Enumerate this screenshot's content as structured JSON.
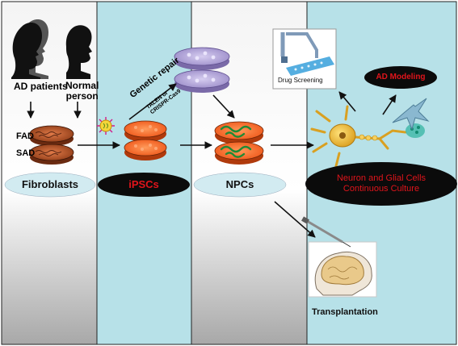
{
  "panels": [
    {
      "id": "panel-1",
      "color": "#bcbcbc"
    },
    {
      "id": "panel-2",
      "color": "#b7e1e8"
    },
    {
      "id": "panel-3",
      "color": "#c2c2c2"
    },
    {
      "id": "panel-4",
      "color": "#b7e1e8"
    }
  ],
  "sources": {
    "ad_patients": "AD patients",
    "normal_person_line1": "Normal",
    "normal_person_line2": "person"
  },
  "dish_labels": {
    "fad": "FAD",
    "sad": "SAD"
  },
  "stages": {
    "fibroblasts": "Fibroblasts",
    "ipscs": "iPSCs",
    "npcs": "NPCs",
    "neuron_line1": "Neuron and Glial Cells",
    "neuron_line2": "Continuous Culture"
  },
  "genetic_repair": {
    "title": "Genetic repair",
    "method_line1": "TALEN or",
    "method_line2": "CRISPR-Cas9"
  },
  "applications": {
    "drug_screening": "Drug Screening",
    "ad_modeling": "AD Modeling",
    "transplantation": "Transplantation"
  },
  "colors": {
    "gray_panel": "#bcbcbc",
    "teal_panel": "#b7e1e8",
    "light_pill": "#d2ebf1",
    "dark_pill": "#0b0b0b",
    "red_text": "#e0141b",
    "dish_brown": "#a0481e",
    "dish_orange": "#ff6a24",
    "dish_purple": "#a89ad2",
    "neuron_yellow": "#f2c33a",
    "npc_green": "#34a84a"
  }
}
